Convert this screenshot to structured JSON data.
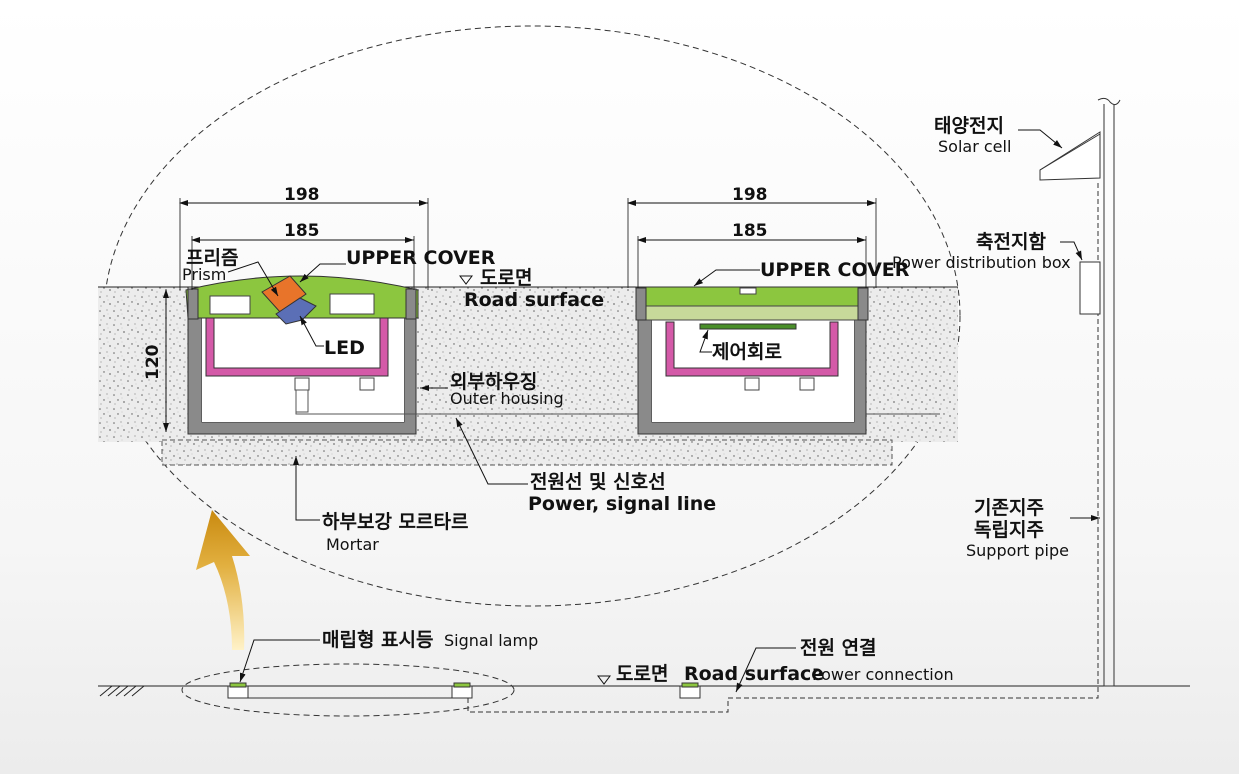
{
  "dimensions": {
    "left_outer": "198",
    "left_inner": "185",
    "right_outer": "198",
    "right_inner": "185",
    "height": "120"
  },
  "labels": {
    "prism_ko": "프리즘",
    "prism_en": "Prism",
    "upper_cover_left": "UPPER COVER",
    "upper_cover_right": "UPPER COVER",
    "road_surface_top_ko": "도로면",
    "road_surface_top_en": "Road surface",
    "led": "LED",
    "control_circuit": "제어회로",
    "outer_housing_ko": "외부하우징",
    "outer_housing_en": "Outer housing",
    "power_line_ko": "전원선 및 신호선",
    "power_line_en": "Power, signal line",
    "mortar_ko": "하부보강 모르타르",
    "mortar_en": "Mortar",
    "solar_cell_ko": "태양전지",
    "solar_cell_en": "Solar cell",
    "power_box_ko": "축전지함",
    "power_box_en": "Power distribution box",
    "support_ko1": "기존지주",
    "support_ko2": "독립지주",
    "support_en": "Support pipe",
    "signal_lamp_ko": "매립형 표시등",
    "signal_lamp_en": "Signal lamp",
    "road_surface_bottom_ko": "도로면",
    "road_surface_bottom_en": "Road surface",
    "power_conn_ko": "전원 연결",
    "power_conn_en": "Power connection"
  },
  "colors": {
    "cover_green": "#8cc63f",
    "housing_pink": "#d45aa8",
    "prism_orange": "#e8742a",
    "led_blue": "#5b6fb6",
    "arrow_gold": "#d6a12a",
    "housing_grey": "#8a8a8a"
  },
  "icons": [
    "upward-arrow-icon",
    "road-surface-triangle-icon",
    "solar-panel-icon"
  ]
}
